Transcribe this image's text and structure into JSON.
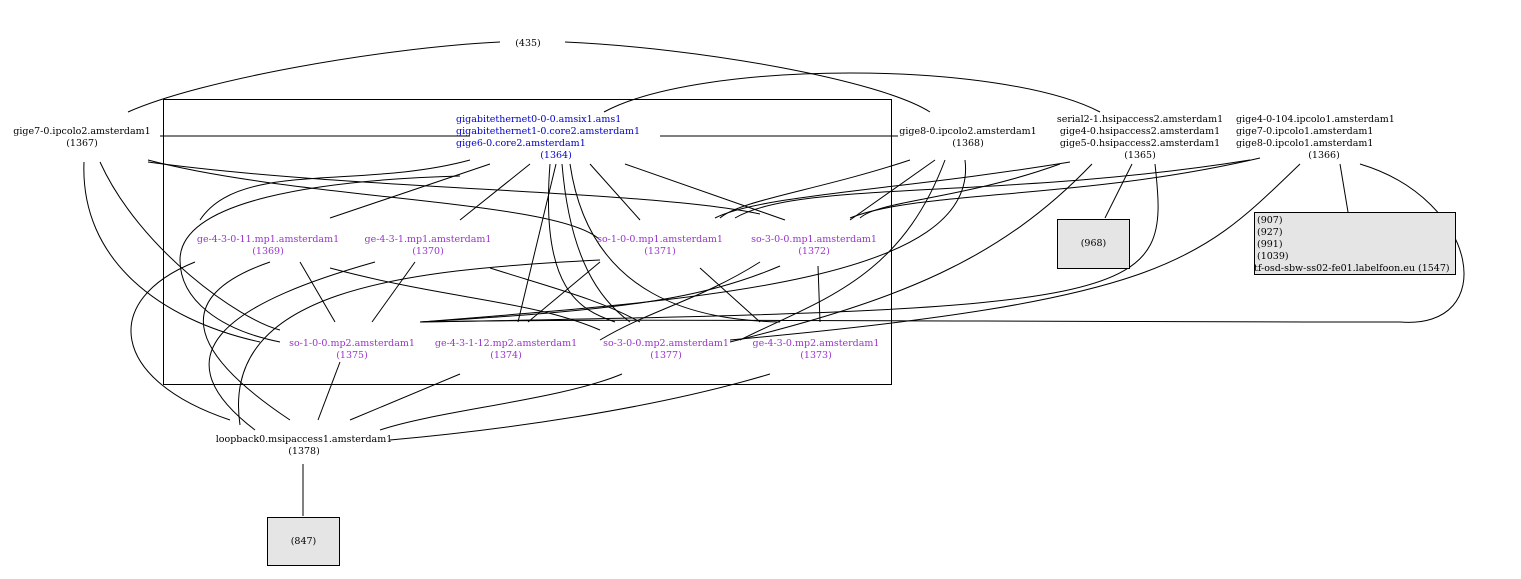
{
  "colors": {
    "router": "#000000",
    "cluster_router": "#0000cc",
    "interface": "#9933cc",
    "group_fill": "#e5e5e5"
  },
  "nodes": {
    "n435": {
      "lines": [
        "(435)"
      ]
    },
    "n1367": {
      "lines": [
        "gige7-0.ipcolo2.amsterdam1",
        "(1367)"
      ]
    },
    "n1364": {
      "lines": [
        "gigabitethernet0-0-0.amsix1.ams1",
        "gigabitethernet1-0.core2.amsterdam1",
        "gige6-0.core2.amsterdam1",
        "(1364)"
      ]
    },
    "n1368": {
      "lines": [
        "gige8-0.ipcolo2.amsterdam1",
        "(1368)"
      ]
    },
    "n1365": {
      "lines": [
        "serial2-1.hsipaccess2.amsterdam1",
        "gige4-0.hsipaccess2.amsterdam1",
        "gige5-0.hsipaccess2.amsterdam1",
        "(1365)"
      ]
    },
    "n1366": {
      "lines": [
        "gige4-0-104.ipcolo1.amsterdam1",
        "gige7-0.ipcolo1.amsterdam1",
        "gige8-0.ipcolo1.amsterdam1",
        "(1366)"
      ]
    },
    "n1369": {
      "lines": [
        "ge-4-3-0-11.mp1.amsterdam1",
        "(1369)"
      ]
    },
    "n1370": {
      "lines": [
        "ge-4-3-1.mp1.amsterdam1",
        "(1370)"
      ]
    },
    "n1371": {
      "lines": [
        "so-1-0-0.mp1.amsterdam1",
        "(1371)"
      ]
    },
    "n1372": {
      "lines": [
        "so-3-0-0.mp1.amsterdam1",
        "(1372)"
      ]
    },
    "n1375": {
      "lines": [
        "so-1-0-0.mp2.amsterdam1",
        "(1375)"
      ]
    },
    "n1374": {
      "lines": [
        "ge-4-3-1-12.mp2.amsterdam1",
        "(1374)"
      ]
    },
    "n1377": {
      "lines": [
        "so-3-0-0.mp2.amsterdam1",
        "(1377)"
      ]
    },
    "n1373": {
      "lines": [
        "ge-4-3-0.mp2.amsterdam1",
        "(1373)"
      ]
    },
    "n1378": {
      "lines": [
        "loopback0.msipaccess1.amsterdam1",
        "(1378)"
      ]
    }
  },
  "boxes": {
    "b968": {
      "lines": [
        "(968)"
      ]
    },
    "b847": {
      "lines": [
        "(847)"
      ]
    },
    "b1547": {
      "lines": [
        "(907)",
        "(927)",
        "(991)",
        "(1039)",
        "tf-osd-sbw-ss02-fe01.labelfoon.eu (1547)"
      ]
    }
  }
}
